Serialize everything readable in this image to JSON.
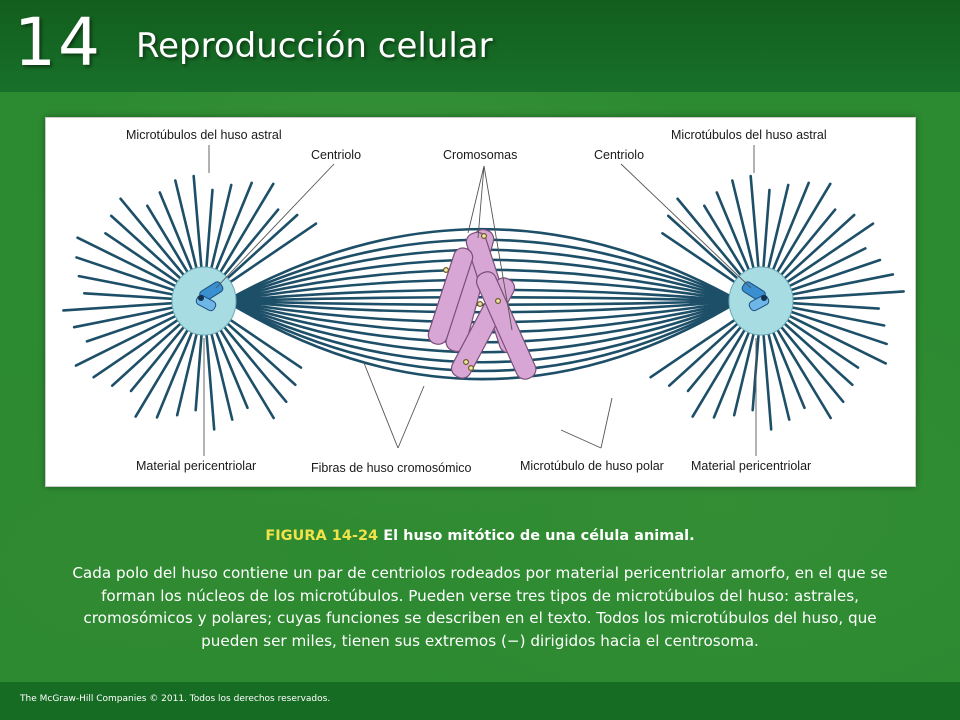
{
  "header": {
    "chapter_number": "14",
    "chapter_title": "Reproducción celular"
  },
  "figure": {
    "labels": {
      "astral_left": "Microtúbulos del huso astral",
      "astral_right": "Microtúbulos del huso astral",
      "centriole_left": "Centriolo",
      "chromosomes": "Cromosomas",
      "centriole_right": "Centriolo",
      "pericentriolar_left": "Material pericentriolar",
      "chromosomal_fibers": "Fibras de huso cromosómico",
      "polar_microtubule": "Microtúbulo de huso polar",
      "pericentriolar_right": "Material pericentriolar"
    },
    "colors": {
      "microtubule": "#1d4f68",
      "pericentriolar": "#a8dce3",
      "centriole": "#3a8fd0",
      "chromosome": "#d7a6d4"
    }
  },
  "caption": {
    "figure_number": "FIGURA 14-24",
    "title": "El huso mitótico de una célula animal.",
    "body": "Cada polo del huso contiene un par de centriolos rodeados por material pericentriolar amorfo, en el que se forman los núcleos de los microtúbulos. Pueden verse tres tipos de microtúbulos del huso: astrales, cromosómicos y polares; cuyas funciones se describen en el texto. Todos los microtúbulos del huso, que pueden ser miles, tienen sus extremos (−) dirigidos hacia el centrosoma."
  },
  "footer": {
    "copyright": "The McGraw-Hill Companies © 2011. Todos los derechos reservados."
  }
}
